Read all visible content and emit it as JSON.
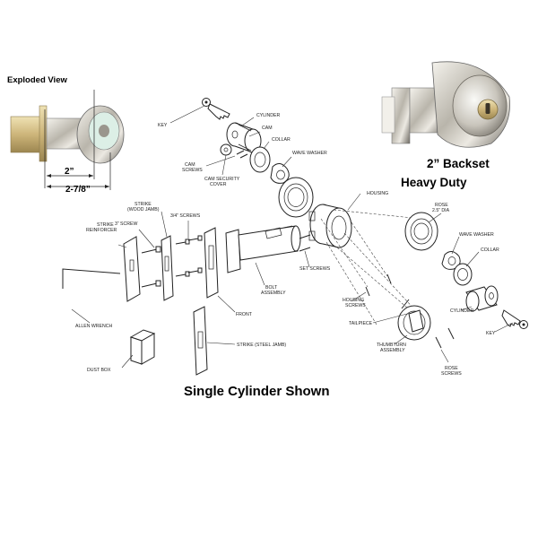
{
  "headings": {
    "exploded_view": "Exploded View",
    "backset": "2” Backset",
    "heavy_duty": "Heavy Duty",
    "shown": "Single Cylinder Shown"
  },
  "dimensions": {
    "backset": "2”",
    "total": "2-7/8”"
  },
  "labels": {
    "key_top": "KEY",
    "cylinder_top": "CYLINDER",
    "cam": "CAM",
    "collar_top": "COLLAR",
    "wave_washer_top": "WAVE WASHER",
    "cam_screws": [
      "CAM",
      "SCREWS"
    ],
    "cam_security_cover": [
      "CAM SECURITY",
      "COVER"
    ],
    "housing": "HOUSING",
    "strike_wood": [
      "STRIKE",
      "(WOOD JAMB)"
    ],
    "screw_3": "3” SCREW",
    "screws_34": "3/4” SCREWS",
    "strike_reinforcer": [
      "STRIKE",
      "REINFORCER"
    ],
    "set_screws": "SET SCREWS",
    "bolt_assembly": [
      "BOLT",
      "ASSEMBLY"
    ],
    "front": "FRONT",
    "allen_wrench": "ALLEN WRENCH",
    "strike_steel": "STRIKE (STEEL JAMB)",
    "dust_box": "DUST BOX",
    "rose": [
      "ROSE",
      "2.5” DIA"
    ],
    "wave_washer_bot": "WAVE WASHER",
    "collar_bot": "COLLAR",
    "housing_screws": [
      "HOUSING",
      "SCREWS"
    ],
    "tailpiece": "TAILPIECE",
    "cylinder_bot": "CYLINDER",
    "key_bot": "KEY",
    "thumbturn": [
      "THUMBTURN",
      "ASSEMBLY"
    ],
    "rose_screws": [
      "ROSE",
      "SCREWS"
    ]
  },
  "colors": {
    "metal_light": "#e9e6de",
    "metal_mid": "#b7b2a6",
    "metal_dark": "#6e6a62",
    "brass": "#d6c08a",
    "line": "#222222"
  }
}
